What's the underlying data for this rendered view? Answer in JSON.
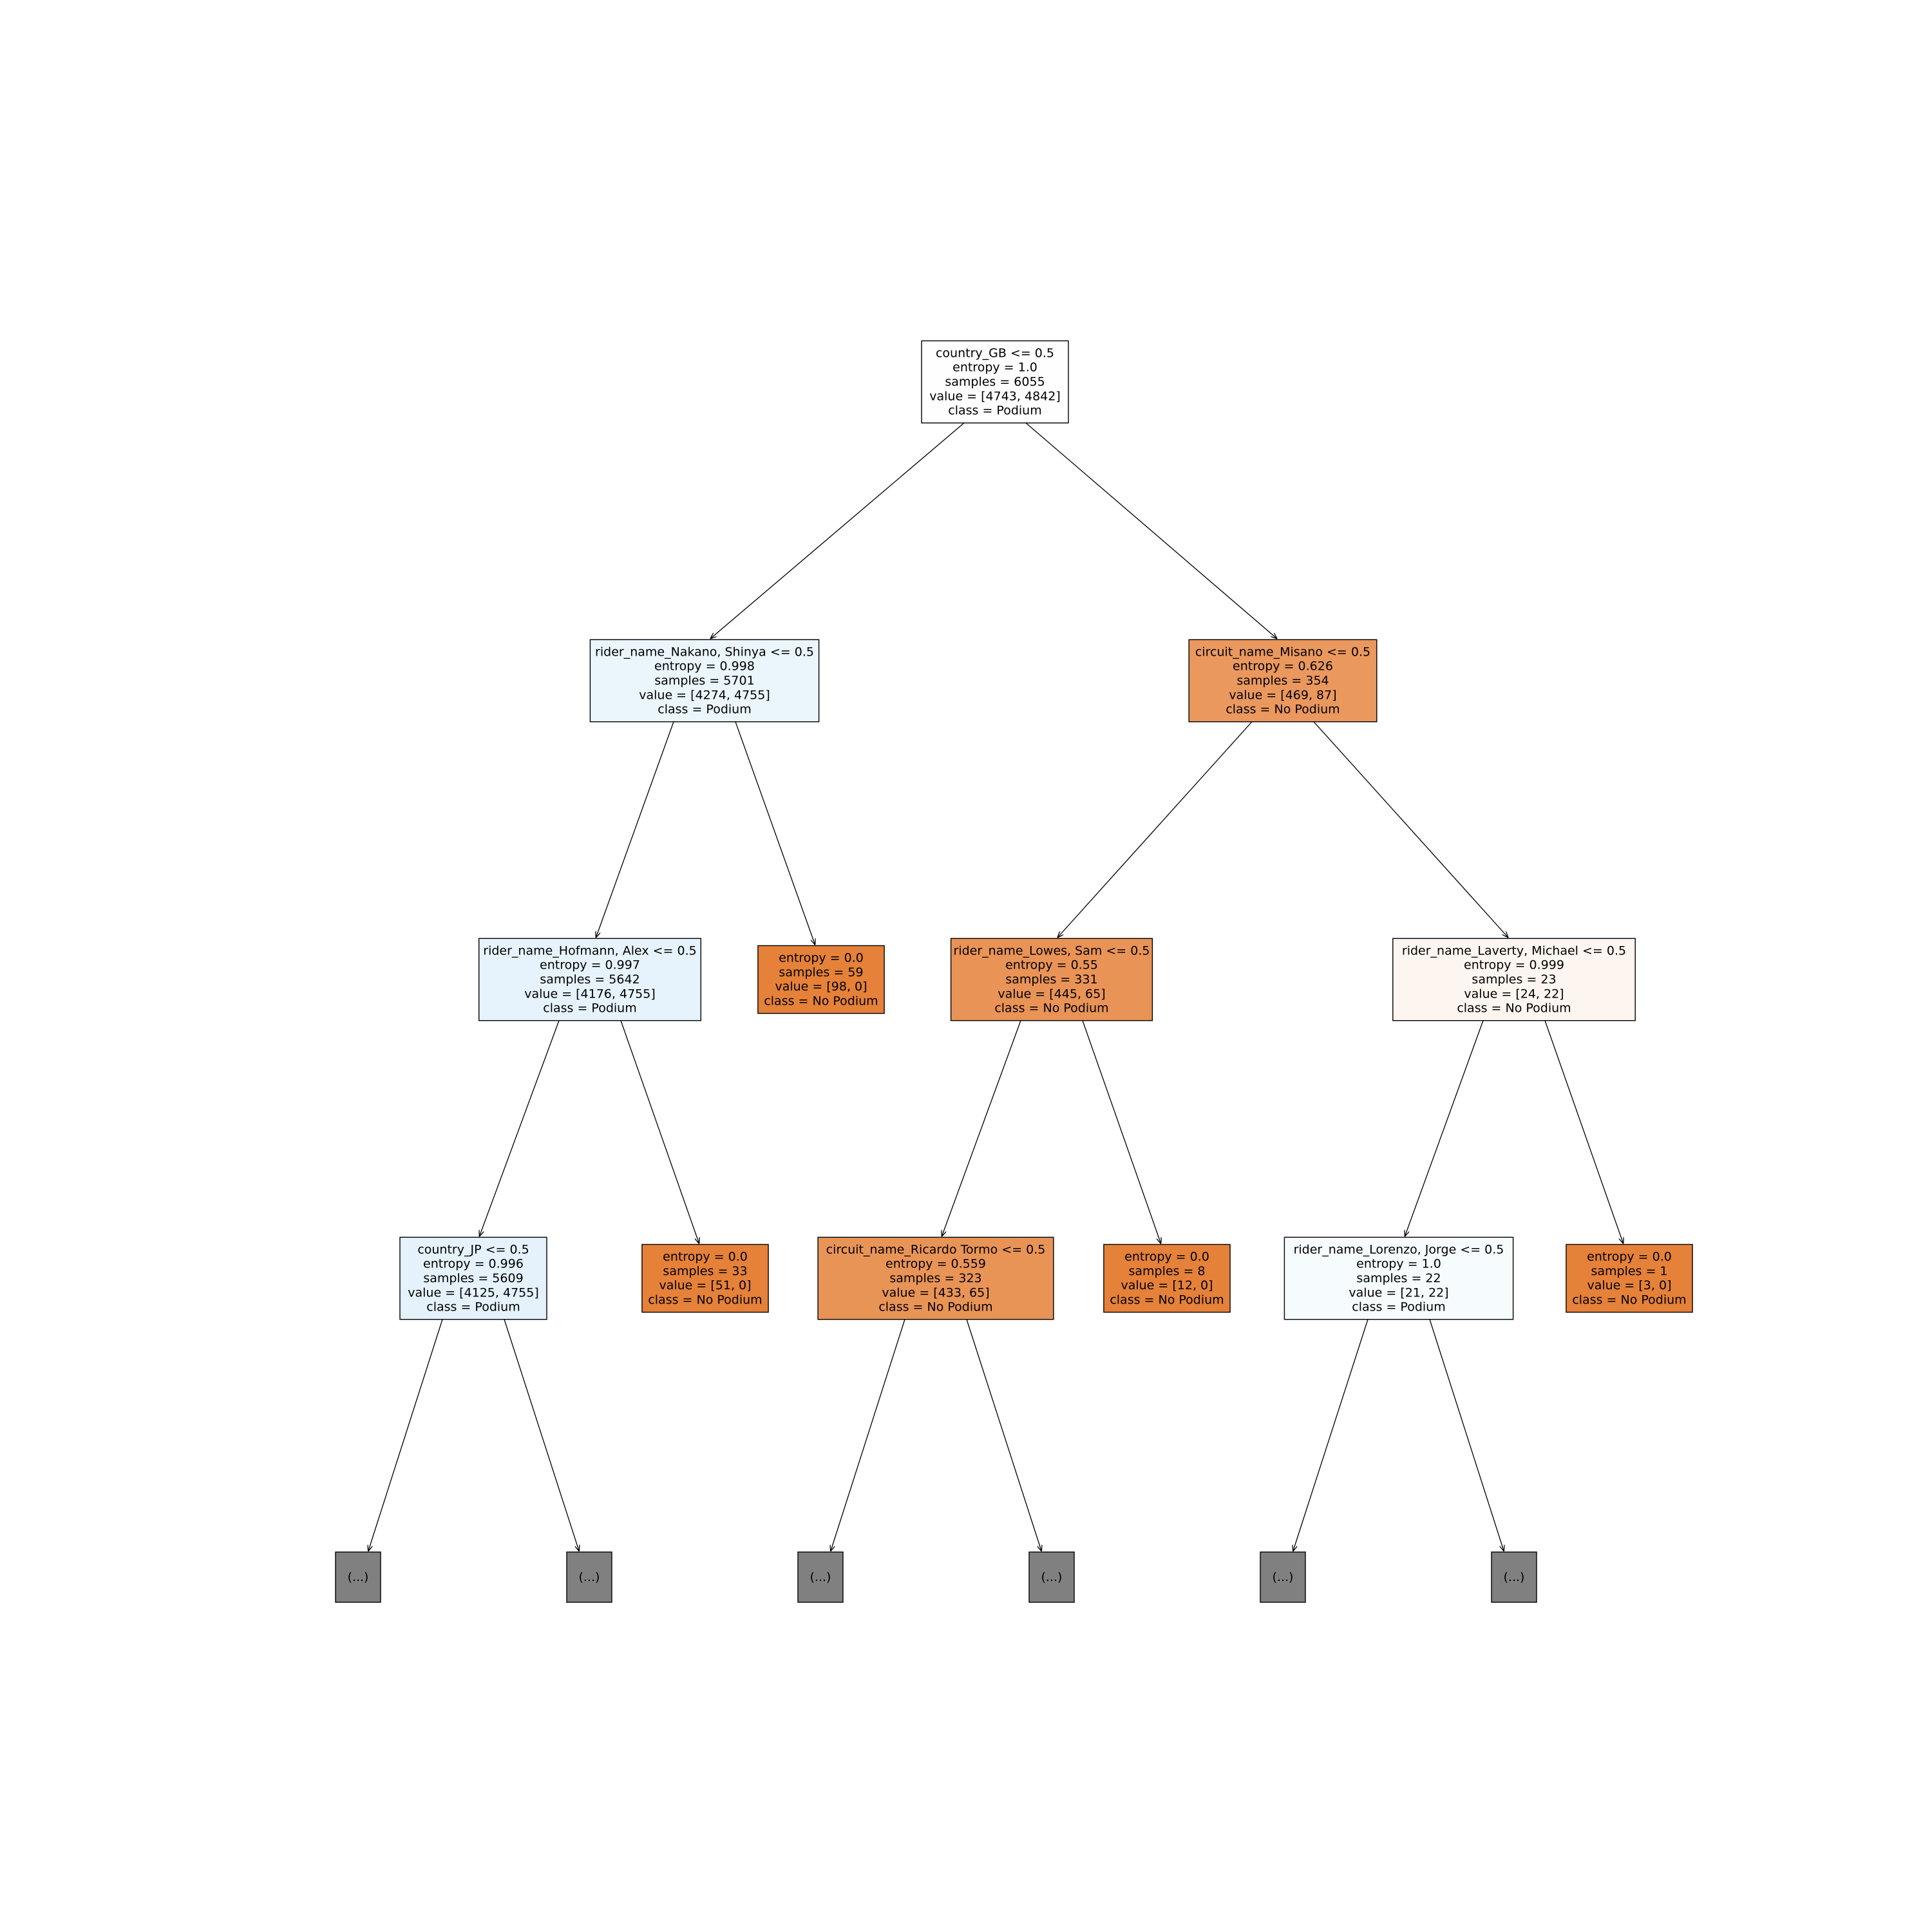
{
  "tree": {
    "nodes": [
      {
        "id": "n0",
        "lines": [
          "country_GB <= 0.5",
          "entropy = 1.0",
          "samples = 6055",
          "value = [4743, 4842]",
          "class = Podium"
        ],
        "fill": "#fefeff"
      },
      {
        "id": "n1",
        "lines": [
          "rider_name_Nakano, Shinya <= 0.5",
          "entropy = 0.998",
          "samples = 5701",
          "value = [4274, 4755]",
          "class = Podium"
        ],
        "fill": "#ebf5fc"
      },
      {
        "id": "n2",
        "lines": [
          "circuit_name_Misano <= 0.5",
          "entropy = 0.626",
          "samples = 354",
          "value = [469, 87]",
          "class = No Podium"
        ],
        "fill": "#ea985e"
      },
      {
        "id": "n3",
        "lines": [
          "rider_name_Hofmann, Alex <= 0.5",
          "entropy = 0.997",
          "samples = 5642",
          "value = [4176, 4755]",
          "class = Podium"
        ],
        "fill": "#e7f3fc"
      },
      {
        "id": "n4",
        "lines": [
          "entropy = 0.0",
          "samples = 59",
          "value = [98, 0]",
          "class = No Podium"
        ],
        "fill": "#e58139"
      },
      {
        "id": "n5",
        "lines": [
          "rider_name_Lowes, Sam <= 0.5",
          "entropy = 0.55",
          "samples = 331",
          "value = [445, 65]",
          "class = No Podium"
        ],
        "fill": "#e99356"
      },
      {
        "id": "n6",
        "lines": [
          "rider_name_Laverty, Michael <= 0.5",
          "entropy = 0.999",
          "samples = 23",
          "value = [24, 22]",
          "class = No Podium"
        ],
        "fill": "#fdf5ef"
      },
      {
        "id": "n7",
        "lines": [
          "country_JP <= 0.5",
          "entropy = 0.996",
          "samples = 5609",
          "value = [4125, 4755]",
          "class = Podium"
        ],
        "fill": "#e5f2fc"
      },
      {
        "id": "n8",
        "lines": [
          "entropy = 0.0",
          "samples = 33",
          "value = [51, 0]",
          "class = No Podium"
        ],
        "fill": "#e58139"
      },
      {
        "id": "n9",
        "lines": [
          "circuit_name_Ricardo Tormo <= 0.5",
          "entropy = 0.559",
          "samples = 323",
          "value = [433, 65]",
          "class = No Podium"
        ],
        "fill": "#e99457"
      },
      {
        "id": "n10",
        "lines": [
          "entropy = 0.0",
          "samples = 8",
          "value = [12, 0]",
          "class = No Podium"
        ],
        "fill": "#e58139"
      },
      {
        "id": "n11",
        "lines": [
          "rider_name_Lorenzo, Jorge <= 0.5",
          "entropy = 1.0",
          "samples = 22",
          "value = [21, 22]",
          "class = Podium"
        ],
        "fill": "#f6fbfe"
      },
      {
        "id": "n12",
        "lines": [
          "entropy = 0.0",
          "samples = 1",
          "value = [3, 0]",
          "class = No Podium"
        ],
        "fill": "#e58139"
      },
      {
        "id": "t1",
        "lines": [
          "(...)"
        ],
        "fill": "#808080"
      },
      {
        "id": "t2",
        "lines": [
          "(...)"
        ],
        "fill": "#808080"
      },
      {
        "id": "t3",
        "lines": [
          "(...)"
        ],
        "fill": "#808080"
      },
      {
        "id": "t4",
        "lines": [
          "(...)"
        ],
        "fill": "#808080"
      },
      {
        "id": "t5",
        "lines": [
          "(...)"
        ],
        "fill": "#808080"
      },
      {
        "id": "t6",
        "lines": [
          "(...)"
        ],
        "fill": "#808080"
      }
    ],
    "edges": [
      [
        "n0",
        "n1"
      ],
      [
        "n0",
        "n2"
      ],
      [
        "n1",
        "n3"
      ],
      [
        "n1",
        "n4"
      ],
      [
        "n2",
        "n5"
      ],
      [
        "n2",
        "n6"
      ],
      [
        "n3",
        "n7"
      ],
      [
        "n3",
        "n8"
      ],
      [
        "n5",
        "n9"
      ],
      [
        "n5",
        "n10"
      ],
      [
        "n6",
        "n11"
      ],
      [
        "n6",
        "n12"
      ],
      [
        "n7",
        "t1"
      ],
      [
        "n7",
        "t2"
      ],
      [
        "n9",
        "t3"
      ],
      [
        "n9",
        "t4"
      ],
      [
        "n11",
        "t5"
      ],
      [
        "n11",
        "t6"
      ]
    ]
  }
}
